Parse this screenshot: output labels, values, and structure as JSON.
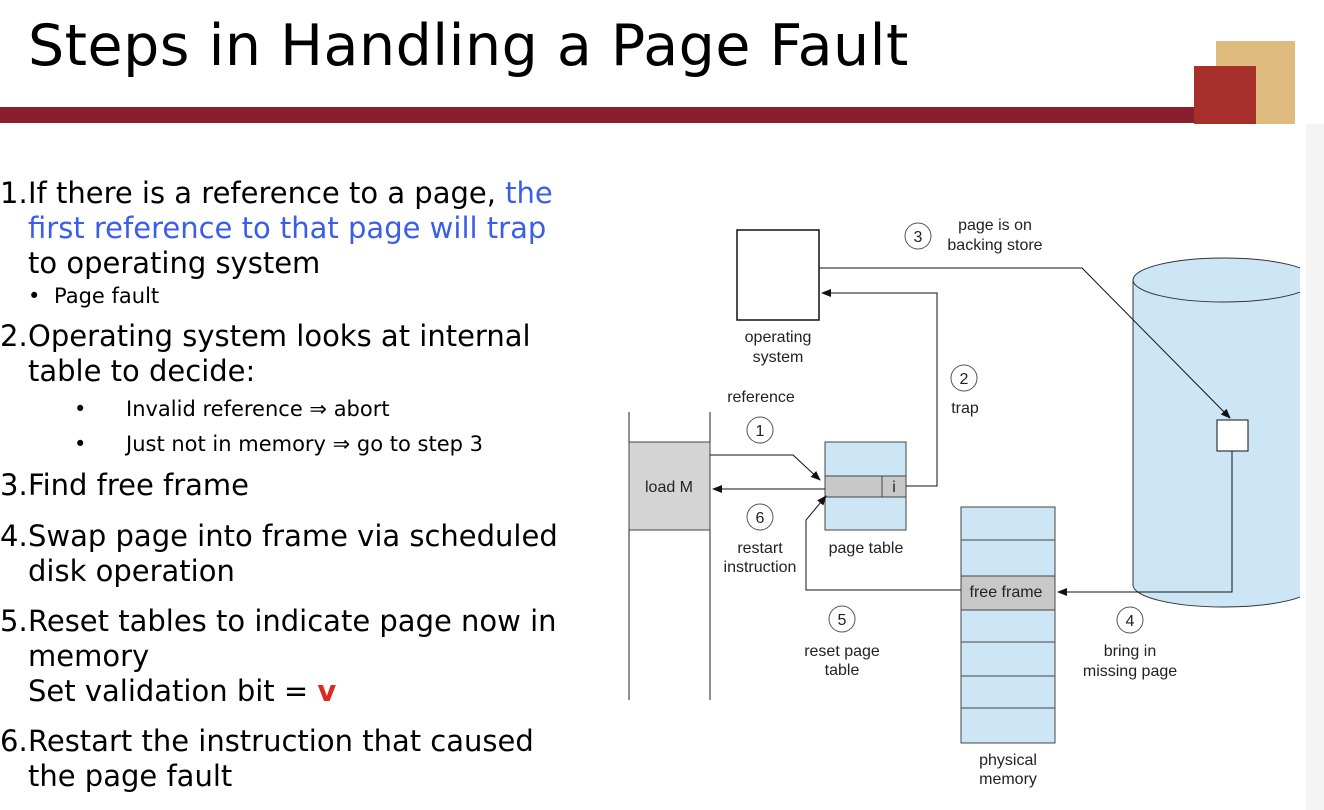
{
  "title": "Steps in Handling a Page Fault",
  "steps": [
    {
      "num": "1.",
      "text_a": "If there is a reference to a page, ",
      "text_blue": "the first reference to that page will trap",
      "text_b": " to operating system"
    },
    {
      "num": "2.",
      "text": "Operating system looks at internal table to decide:"
    },
    {
      "num": "3.",
      "text": "Find free frame"
    },
    {
      "num": "4.",
      "text": "Swap page into frame via scheduled disk operation"
    },
    {
      "num": "5.",
      "text": "Reset tables to indicate page now in memory",
      "line2": "Set validation bit = ",
      "v": "v"
    },
    {
      "num": "6.",
      "text": "Restart the instruction that caused the page fault"
    }
  ],
  "step1_sub": [
    "Page fault"
  ],
  "step2_sub": [
    "Invalid reference ⇒ abort",
    "Just not in memory ⇒ go to step 3"
  ],
  "diagram": {
    "os_label_1": "operating",
    "os_label_2": "system",
    "reference": "reference",
    "load_m": "load M",
    "page_table": "page table",
    "i_bit": "i",
    "trap": "trap",
    "backing_1": "page is on",
    "backing_2": "backing store",
    "restart_1": "restart",
    "restart_2": "instruction",
    "free_frame": "free frame",
    "reset_1": "reset page",
    "reset_2": "table",
    "bring_1": "bring in",
    "bring_2": "missing page",
    "phys_1": "physical",
    "phys_2": "memory",
    "n1": "1",
    "n2": "2",
    "n3": "3",
    "n4": "4",
    "n5": "5",
    "n6": "6"
  }
}
